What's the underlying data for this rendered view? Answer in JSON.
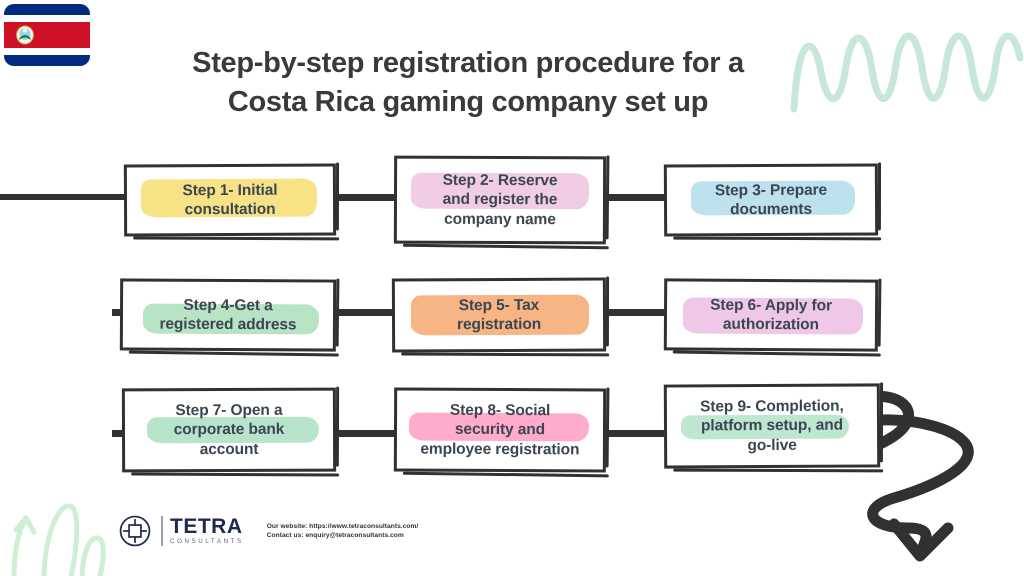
{
  "header": {
    "title_line_1": "Step-by-step registration procedure for a",
    "title_line_2": "Costa Rica gaming company set up",
    "flag_name": "Costa Rica flag"
  },
  "flow": {
    "rows": [
      {
        "steps": [
          {
            "id": "step-1",
            "lines": [
              "Step 1- Initial",
              "consultation"
            ],
            "highlight": "#f7e27f"
          },
          {
            "id": "step-2",
            "lines": [
              "Step 2- Reserve",
              "and register the",
              "company name"
            ],
            "highlight": "#f0c9e6"
          },
          {
            "id": "step-3",
            "lines": [
              "Step 3- Prepare",
              "documents"
            ],
            "highlight": "#b9dfec"
          }
        ]
      },
      {
        "steps": [
          {
            "id": "step-4",
            "lines": [
              "Step 4-Get a",
              "registered address"
            ],
            "highlight": "#b4e3c2"
          },
          {
            "id": "step-5",
            "lines": [
              "Step 5- Tax",
              "registration"
            ],
            "highlight": "#f7b07e"
          },
          {
            "id": "step-6",
            "lines": [
              "Step 6- Apply for",
              "authorization"
            ],
            "highlight": "#eec4e6"
          }
        ]
      },
      {
        "steps": [
          {
            "id": "step-7",
            "lines": [
              "Step 7- Open a",
              "corporate bank",
              "account"
            ],
            "highlight": "#b4e3c9"
          },
          {
            "id": "step-8",
            "lines": [
              "Step 8- Social",
              "security and",
              "employee registration"
            ],
            "highlight": "#ffa6c9"
          },
          {
            "id": "step-9",
            "lines": [
              "Step 9- Completion,",
              "platform setup, and",
              "go-live"
            ],
            "highlight": "#b9e6cd"
          }
        ]
      }
    ]
  },
  "footer": {
    "brand": "TETRA",
    "brand_sub": "CONSULTANTS",
    "website_line": "Our website: https://www.tetraconsultants.com/",
    "contact_line": "Contact us: enquiry@tetraconsultants.com"
  },
  "decorations": {
    "wave_top_right_color": "#c7e8d8",
    "leaf_bottom_left_color": "#cdf0d4",
    "arrow_bottom_right_color": "#2f3133"
  },
  "colors": {
    "ink": "#2f3133",
    "text": "#3c4651",
    "title": "#3a3a3c"
  }
}
